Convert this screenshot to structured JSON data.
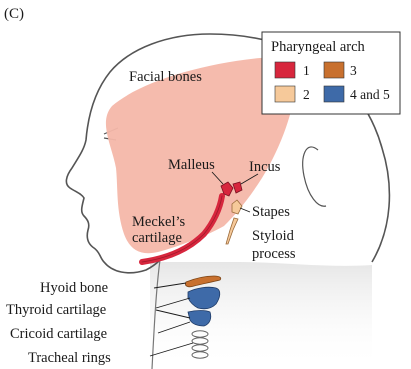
{
  "panel_label": "(C)",
  "legend": {
    "title": "Pharyngeal arch",
    "items": [
      {
        "label": "1",
        "color": "#d7263d"
      },
      {
        "label": "3",
        "color": "#c8702e"
      },
      {
        "label": "2",
        "color": "#f6c99a"
      },
      {
        "label": "4 and 5",
        "color": "#3e6aa8"
      }
    ]
  },
  "labels": {
    "facial_bones": "Facial bones",
    "malleus": "Malleus",
    "incus": "Incus",
    "stapes": "Stapes",
    "styloid_1": "Styloid",
    "styloid_2": "process",
    "meckels_1": "Meckel’s",
    "meckels_2": "cartilage",
    "hyoid": "Hyoid bone",
    "thyroid": "Thyroid cartilage",
    "cricoid": "Cricoid cartilage",
    "tracheal": "Tracheal rings"
  },
  "colors": {
    "skin_outline": "#555555",
    "facial_bones": "#f4b7a9",
    "neck_shade": "#e4e4e4"
  }
}
